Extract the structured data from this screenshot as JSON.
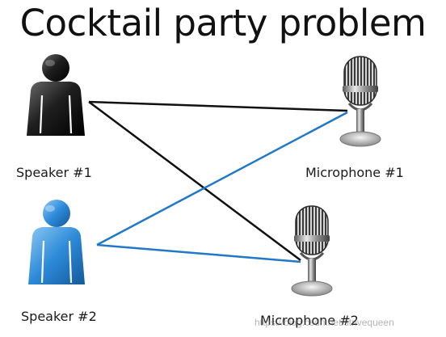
{
  "title": "Cocktail party problem",
  "speakers": [
    {
      "label": "Speaker #1",
      "color": "#222222"
    },
    {
      "label": "Speaker #2",
      "color": "#2a86d6"
    }
  ],
  "microphones": [
    {
      "label": "Microphone #1"
    },
    {
      "label": "Microphone #2"
    }
  ],
  "connections": [
    {
      "from": "Speaker #1",
      "to": "Microphone #1",
      "color": "#111111"
    },
    {
      "from": "Speaker #1",
      "to": "Microphone #2",
      "color": "#111111"
    },
    {
      "from": "Speaker #2",
      "to": "Microphone #1",
      "color": "#1f78c8"
    },
    {
      "from": "Speaker #2",
      "to": "Microphone #2",
      "color": "#1f78c8"
    }
  ],
  "watermark": "https://blog.csdn.net/strivequeen"
}
